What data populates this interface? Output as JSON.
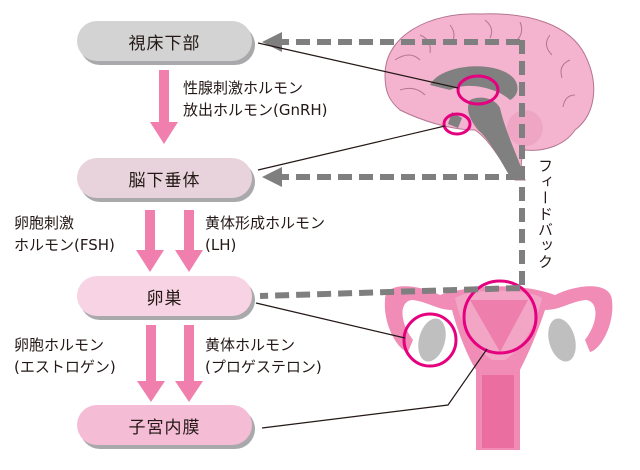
{
  "nodes": {
    "hypothalamus": "視床下部",
    "pituitary": "脳下垂体",
    "ovary": "卵巣",
    "endometrium": "子宮内膜"
  },
  "hormones": {
    "gnrh_line1": "性腺刺激ホルモン",
    "gnrh_line2": "放出ホルモン(GnRH)",
    "fsh_line1": "卵胞刺激",
    "fsh_line2": "ホルモン(FSH)",
    "lh_line1": "黄体形成ホルモン",
    "lh_line2": "(LH)",
    "estrogen_line1": "卵胞ホルモン",
    "estrogen_line2": "(エストロゲン)",
    "progesterone_line1": "黄体ホルモン",
    "progesterone_line2": "(プロゲステロン)"
  },
  "feedback_label": "フィードバック",
  "colors": {
    "hypothalamus_fill": "#d3d3d4",
    "pituitary_fill": "#e8d3dc",
    "ovary_fill": "#f8d3e3",
    "endometrium_fill": "#f5bcd5",
    "arrow_pink": "#f07fae",
    "feedback_gray": "#7f7f80",
    "highlight_magenta": "#e4007f",
    "brain_pink": "#f4b4cf",
    "uterus_pink": "#f08cb5"
  }
}
